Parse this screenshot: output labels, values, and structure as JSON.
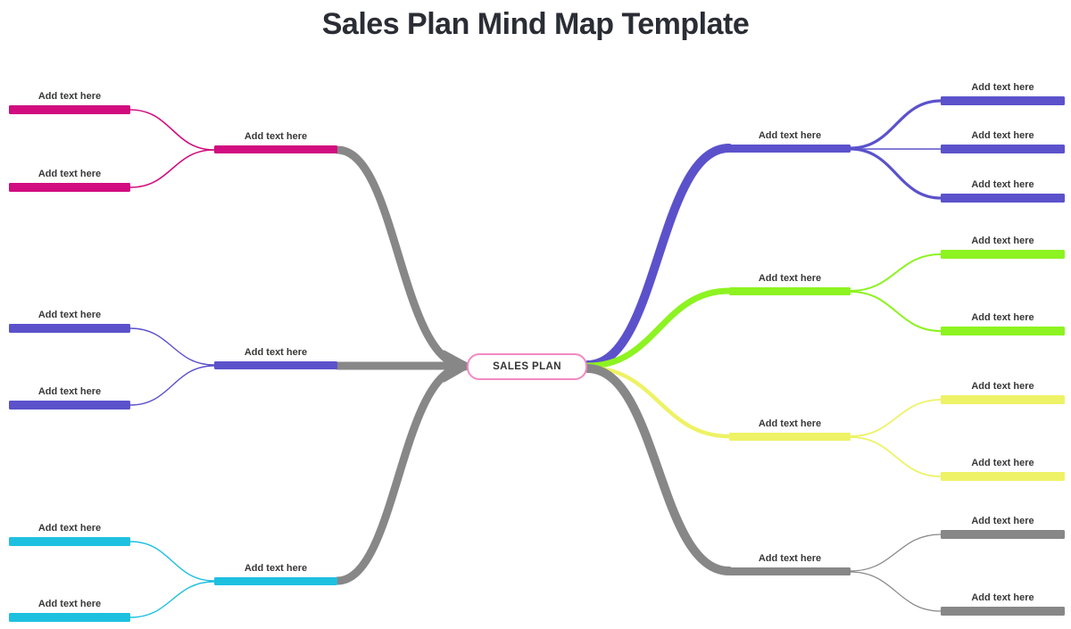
{
  "title": "Sales Plan Mind Map Template",
  "center": {
    "label": "SALES PLAN"
  },
  "colors": {
    "pink": "#d10d7f",
    "purple_blue": "#5b52cb",
    "cyan": "#1ec0e0",
    "green": "#8df321",
    "yellow": "#eef266",
    "gray": "#878787",
    "center_border": "#f18ac3",
    "label_text": "#383838",
    "title_text": "#2b2d35",
    "background": "#ffffff"
  },
  "left_branches": [
    {
      "name": "pink",
      "label": "Add text here",
      "children": [
        {
          "label": "Add text here"
        },
        {
          "label": "Add text here"
        }
      ]
    },
    {
      "name": "purple",
      "label": "Add text here",
      "children": [
        {
          "label": "Add text here"
        },
        {
          "label": "Add text here"
        }
      ]
    },
    {
      "name": "cyan",
      "label": "Add text here",
      "children": [
        {
          "label": "Add text here"
        },
        {
          "label": "Add text here"
        }
      ]
    }
  ],
  "right_branches": [
    {
      "name": "blue",
      "label": "Add text here",
      "children": [
        {
          "label": "Add text here"
        },
        {
          "label": "Add text here"
        },
        {
          "label": "Add text here"
        }
      ]
    },
    {
      "name": "green",
      "label": "Add text here",
      "children": [
        {
          "label": "Add text here"
        },
        {
          "label": "Add text here"
        }
      ]
    },
    {
      "name": "yellow",
      "label": "Add text here",
      "children": [
        {
          "label": "Add text here"
        },
        {
          "label": "Add text here"
        }
      ]
    },
    {
      "name": "gray",
      "label": "Add text here",
      "children": [
        {
          "label": "Add text here"
        },
        {
          "label": "Add text here"
        }
      ]
    }
  ]
}
